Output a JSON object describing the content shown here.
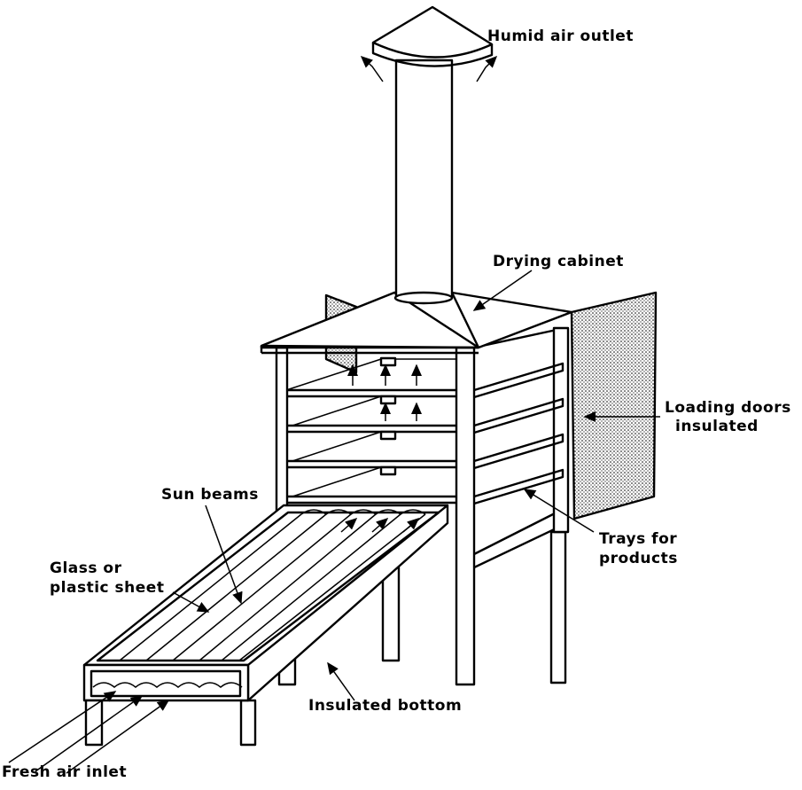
{
  "title": "Solar cabinet dryer",
  "labels": {
    "humid_air_outlet": "Humid air outlet",
    "drying_cabinet": "Drying cabinet",
    "loading_doors_1": "Loading doors",
    "loading_doors_2": "insulated",
    "sun_beams": "Sun beams",
    "glass_1": "Glass or",
    "glass_2": "plastic sheet",
    "trays_1": "Trays for",
    "trays_2": "products",
    "insulated_bottom": "Insulated bottom",
    "fresh_air_inlet": "Fresh air inlet"
  }
}
